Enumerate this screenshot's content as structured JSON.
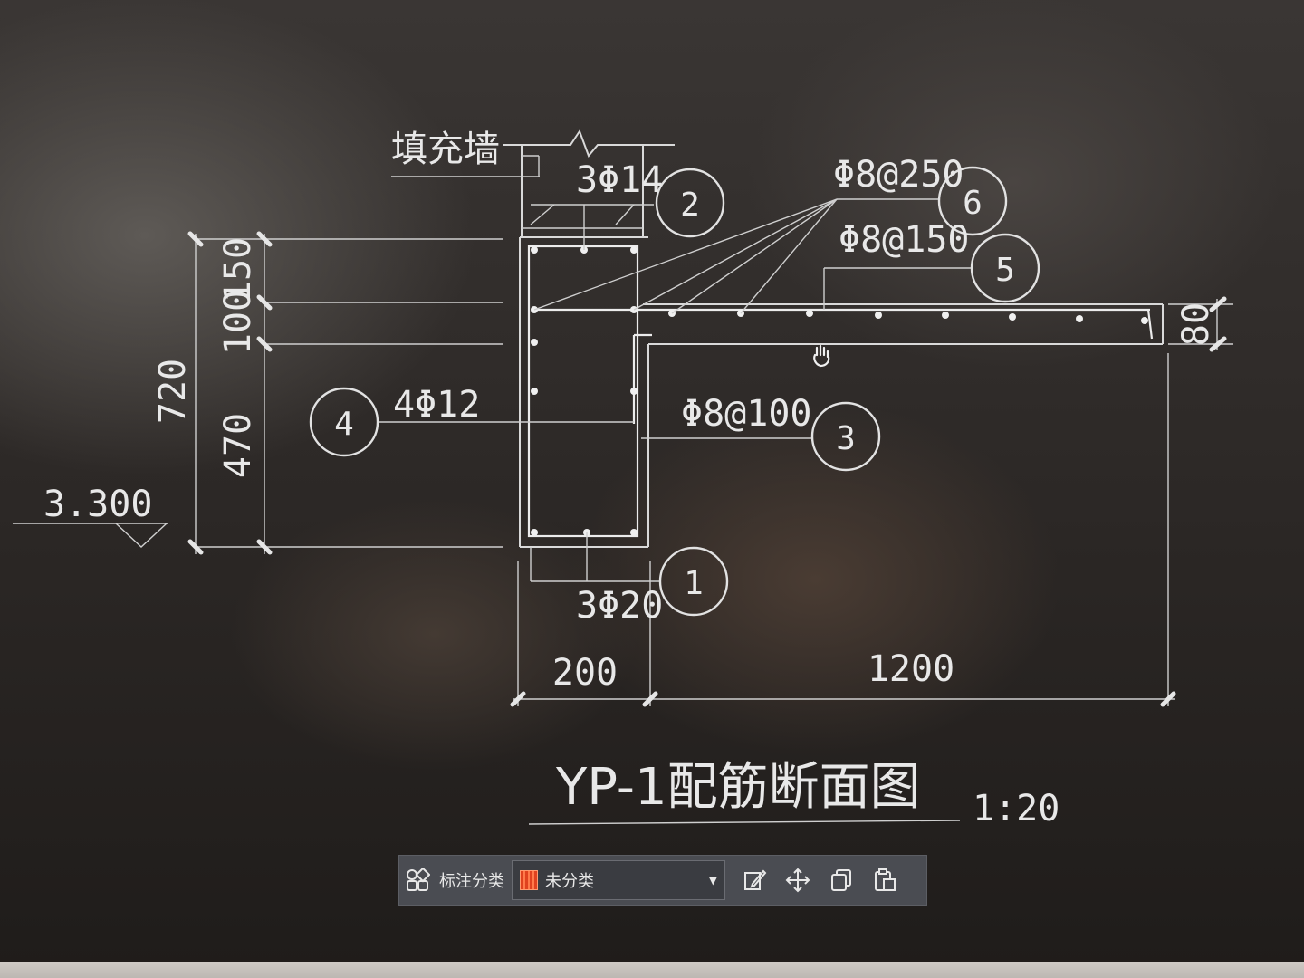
{
  "drawing": {
    "title": "YP-1配筋断面图",
    "scale": "1:20",
    "infill_wall_label": "填充墙",
    "elevation": "3.300",
    "dimensions": {
      "height_total": "720",
      "height_top": "100",
      "height_mid": "150",
      "height_bottom": "470",
      "slab_thickness": "80",
      "beam_width": "200",
      "canopy_length": "1200"
    },
    "rebar_labels": {
      "top_bars": "3Φ14",
      "bottom_bars": "3Φ20",
      "side_bars": "4Φ12",
      "stirrups": "Φ8@100",
      "slab_top": "Φ8@150",
      "slab_dist": "Φ8@250"
    },
    "callouts": [
      "1",
      "2",
      "3",
      "4",
      "5",
      "6"
    ]
  },
  "toolbar": {
    "category_label": "标注分类",
    "category_value": "未分类",
    "icons": {
      "category": "grid-icon",
      "edit": "edit-icon",
      "move": "move-icon",
      "copy": "copy-icon",
      "paste": "paste-icon"
    }
  }
}
